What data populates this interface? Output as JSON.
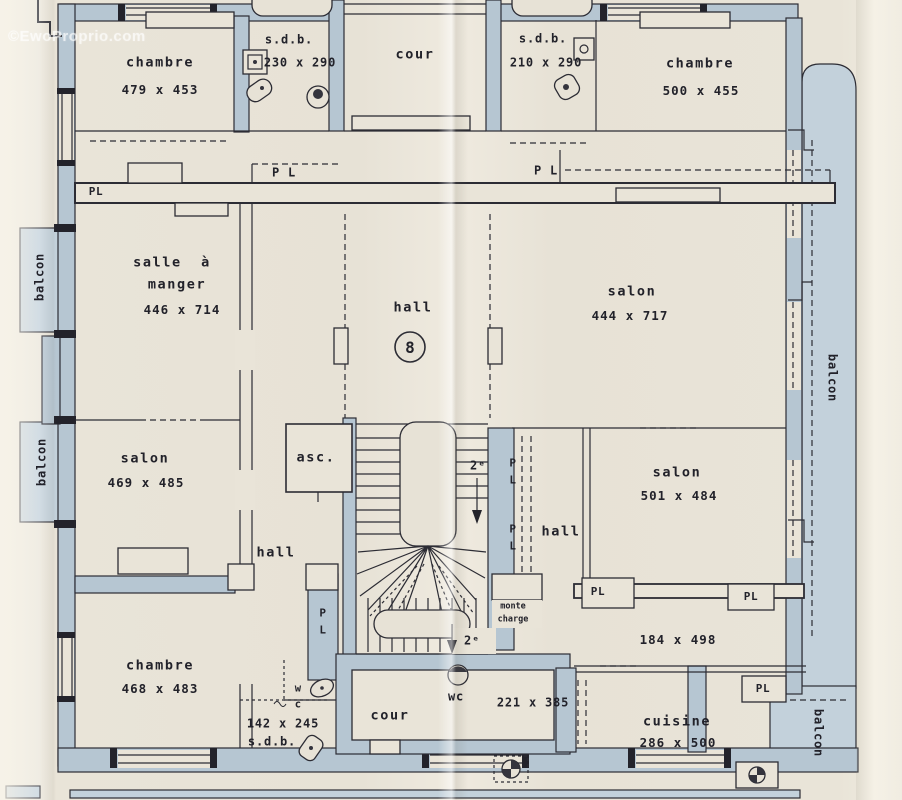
{
  "watermark": "©EwoProprio.com",
  "floor_badge": "8",
  "labels": {
    "hall": "hall",
    "cour": "cour",
    "balcon": "balcon",
    "pl": "PL",
    "pl_spaced": "P L",
    "p": "P",
    "l": "L",
    "w": "w",
    "c": "c",
    "wc": "wc",
    "asc": "asc.",
    "floor_marker": "2ᵉ",
    "monte_line1": "monte",
    "monte_line2": "charge"
  },
  "rooms": {
    "chambre_tl": {
      "name": "chambre",
      "dims": "479 x 453"
    },
    "sdb_tl": {
      "name": "s.d.b.",
      "dims": "230 x 290"
    },
    "sdb_tr": {
      "name": "s.d.b.",
      "dims": "210 x 290"
    },
    "chambre_tr": {
      "name": "chambre",
      "dims": "500 x 455"
    },
    "salle_a_manger": {
      "line1": "salle  à",
      "line2": "manger",
      "dims": "446 x 714"
    },
    "salon_right": {
      "name": "salon",
      "dims": "444 x 717"
    },
    "salon_mid_left": {
      "name": "salon",
      "dims": "469 x 485"
    },
    "salon_mid_right": {
      "name": "salon",
      "dims": "501 x 484"
    },
    "chambre_bl": {
      "name": "chambre",
      "dims": "468 x 483"
    },
    "sdb_bottom": {
      "name": "s.d.b.",
      "dims": "142 x 245"
    },
    "room_184": {
      "dims": "184 x 498"
    },
    "room_221": {
      "dims": "221 x 385"
    },
    "cuisine": {
      "name": "cuisine",
      "dims": "286 x 500"
    }
  },
  "colors": {
    "paper": "#e8e3d7",
    "wall_fill": "#b6c6d2",
    "balcony_fill": "#c3d1db",
    "line": "#2c2c34"
  }
}
